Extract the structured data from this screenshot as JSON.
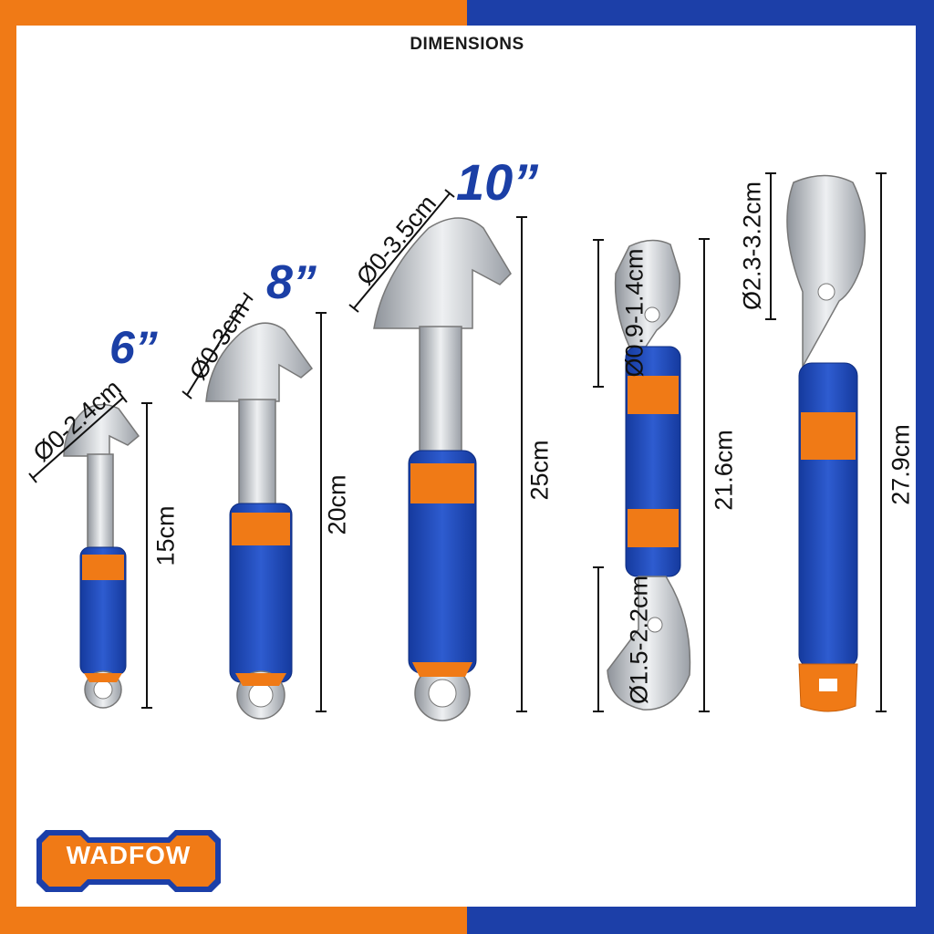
{
  "title": "DIMENSIONS",
  "brand": "WADFOW",
  "colors": {
    "orange": "#F07A16",
    "blue": "#1C3FA8",
    "label_blue": "#1B3FA6",
    "steel": "#C9CCD1"
  },
  "wrenches": [
    {
      "size": "6”",
      "length": "15cm",
      "jaw": "Ø0-2.4cm"
    },
    {
      "size": "8”",
      "length": "20cm",
      "jaw": "Ø0-3cm"
    },
    {
      "size": "10”",
      "length": "25cm",
      "jaw": "Ø0-3.5cm"
    },
    {
      "length": "21.6cm",
      "jaw_top": "Ø0.9-1.4cm",
      "jaw_bottom": "Ø1.5-2.2cm"
    },
    {
      "length": "27.9cm",
      "jaw": "Ø2.3-3.2cm"
    }
  ]
}
